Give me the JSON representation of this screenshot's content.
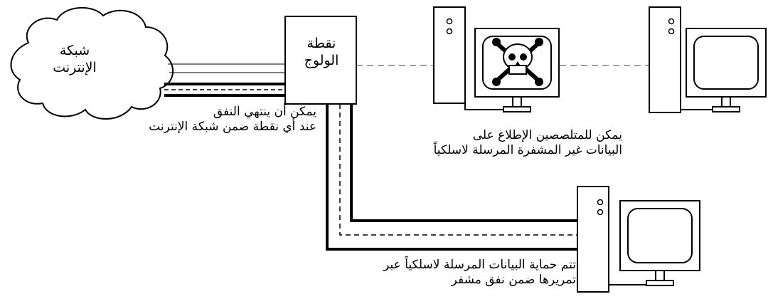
{
  "labels": {
    "internet_cloud": [
      "شبكة",
      "الإنترنت"
    ],
    "access_point": [
      "نقطة",
      "الولوج"
    ],
    "tunnel_end_note": [
      "يمكن أن ينتهي النفق",
      "عند أي نقطة ضمن شبكة الإنترنت"
    ],
    "eavesdropper_note": [
      "يمكن للمتلصصين الإطلاع على",
      "البيانات غير المشفرة المرسلة لاسلكياً"
    ],
    "protected_note": [
      "تتم حماية البيانات المرسلة لاسلكياً عبر",
      "تمريرها ضمن نفق مشفر"
    ]
  },
  "icons": {
    "internet": "cloud-icon",
    "access_point": "access-point-box",
    "attacker": "skull-crossbones-icon",
    "computers": "desktop-computer-icon"
  },
  "colors": {
    "stroke": "#000000",
    "background": "#ffffff"
  }
}
